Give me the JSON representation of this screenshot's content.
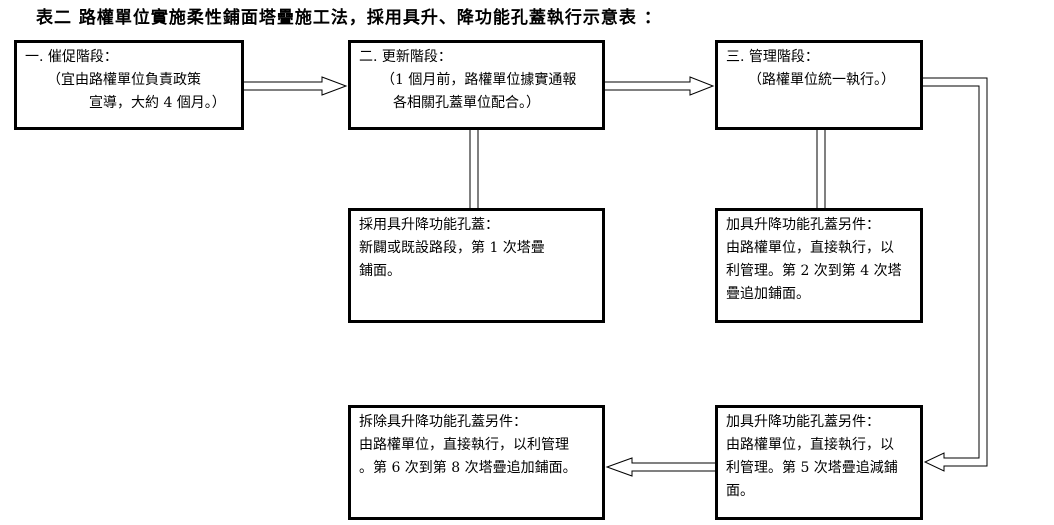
{
  "title": "表二 路權單位實施柔性鋪面塔疊施工法，採用具升、降功能孔蓋執行示意表 ：",
  "boxes": {
    "b1": [
      "一. 催促階段：",
      "（宜由路權單位負責政策",
      "宣導，大約 4 個月。）"
    ],
    "b2": [
      "二. 更新階段：",
      "（1 個月前，路權單位據實通報",
      "各相關孔蓋單位配合。）"
    ],
    "b3": [
      "三. 管理階段：",
      "（路權單位統一執行。）"
    ],
    "b4": [
      "採用具升降功能孔蓋：",
      "新闢或既設路段，第 1 次塔疊",
      "鋪面。"
    ],
    "b5": [
      "加具升降功能孔蓋另件：",
      "由路權單位，直接執行，以",
      "利管理。第 2 次到第 4 次塔",
      "疊追加鋪面。"
    ],
    "b6": [
      "拆除具升降功能孔蓋另件：",
      "由路權單位，直接執行，以利管理",
      "。第 6 次到第 8 次塔疊追加鋪面。"
    ],
    "b7": [
      "加具升降功能孔蓋另件：",
      "由路權單位，直接執行，以",
      "利管理。第 5 次塔疊追減鋪",
      "面。"
    ]
  }
}
